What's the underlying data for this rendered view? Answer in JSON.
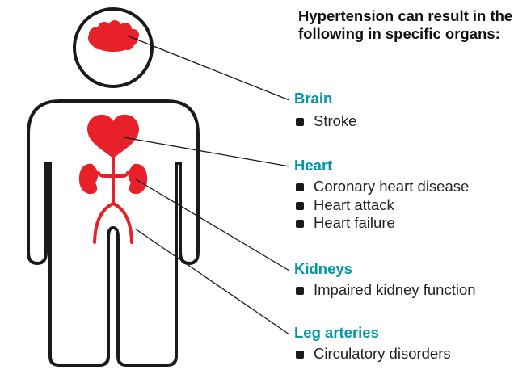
{
  "intro": "Hypertension can result in the following in specific organs:",
  "colors": {
    "heading": "#0097a7",
    "organ": "#e8202a",
    "outline": "#1a1a1a"
  },
  "groups": [
    {
      "title": "Brain",
      "items": [
        "Stroke"
      ]
    },
    {
      "title": "Heart",
      "items": [
        "Coronary heart disease",
        "Heart attack",
        "Heart failure"
      ]
    },
    {
      "title": "Kidneys",
      "items": [
        "Impaired kidney function"
      ]
    },
    {
      "title": "Leg arteries",
      "items": [
        "Circulatory disorders"
      ]
    }
  ]
}
